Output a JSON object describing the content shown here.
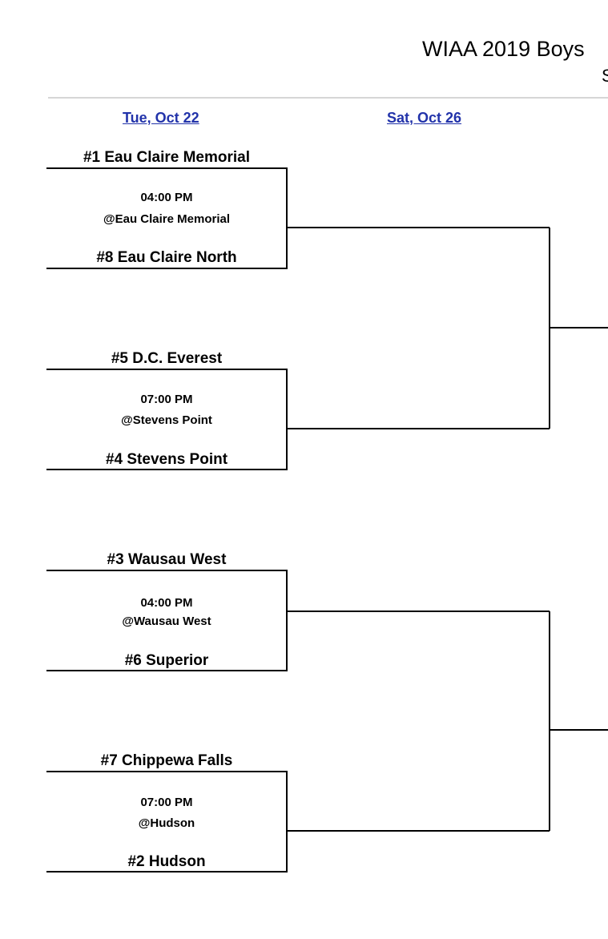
{
  "header": {
    "title": "WIAA 2019 Boys",
    "subtitle_fragment": "S"
  },
  "rounds": [
    {
      "date": "Tue, Oct 22"
    },
    {
      "date": "Sat, Oct 26"
    }
  ],
  "games": [
    {
      "top_team": "#1 Eau Claire Memorial",
      "time": "04:00 PM",
      "site": "@Eau Claire Memorial",
      "bottom_team": "#8 Eau Claire North"
    },
    {
      "top_team": "#5 D.C. Everest",
      "time": "07:00 PM",
      "site": "@Stevens Point",
      "bottom_team": "#4 Stevens Point"
    },
    {
      "top_team": "#3 Wausau West",
      "time": "04:00 PM",
      "site": "@Wausau West",
      "bottom_team": "#6 Superior"
    },
    {
      "top_team": "#7 Chippewa Falls",
      "time": "07:00 PM",
      "site": "@Hudson",
      "bottom_team": "#2 Hudson"
    }
  ],
  "colors": {
    "date_link": "#2233aa",
    "bracket_line": "#000000",
    "header_rule": "#d6d6d6"
  }
}
